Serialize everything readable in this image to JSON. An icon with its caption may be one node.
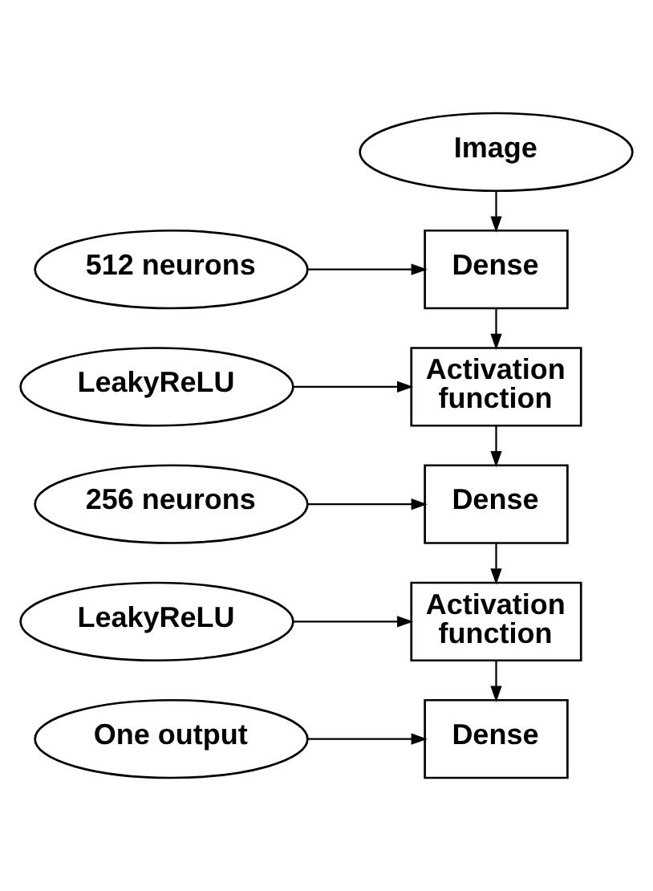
{
  "diagram": {
    "nodes": [
      {
        "text": [
          "Image"
        ]
      },
      {
        "text": [
          "512 neurons"
        ]
      },
      {
        "text": [
          "Dense"
        ]
      },
      {
        "text": [
          "LeakyReLU"
        ]
      },
      {
        "text": [
          "Activation function"
        ]
      },
      {
        "text": [
          "256 neurons"
        ]
      },
      {
        "text": [
          "Dense"
        ]
      },
      {
        "text": [
          "LeakyReLU"
        ]
      },
      {
        "text": [
          "Activation function"
        ]
      },
      {
        "text": [
          "One output"
        ]
      },
      {
        "text": [
          "Dense"
        ]
      }
    ],
    "edges": [
      {
        "from": 0,
        "to": 2,
        "arrow": "to"
      },
      {
        "from": 1,
        "to": 2,
        "arrow": "to"
      },
      {
        "from": 2,
        "to": 4,
        "arrow": "to"
      },
      {
        "from": 3,
        "to": 4,
        "arrow": "to"
      },
      {
        "from": 4,
        "to": 6,
        "arrow": "to"
      },
      {
        "from": 5,
        "to": 6,
        "arrow": "to"
      },
      {
        "from": 6,
        "to": 8,
        "arrow": "to"
      },
      {
        "from": 7,
        "to": 8,
        "arrow": "to"
      },
      {
        "from": 8,
        "to": 10,
        "arrow": "to"
      },
      {
        "from": 9,
        "to": 10,
        "arrow": "to"
      }
    ]
  }
}
